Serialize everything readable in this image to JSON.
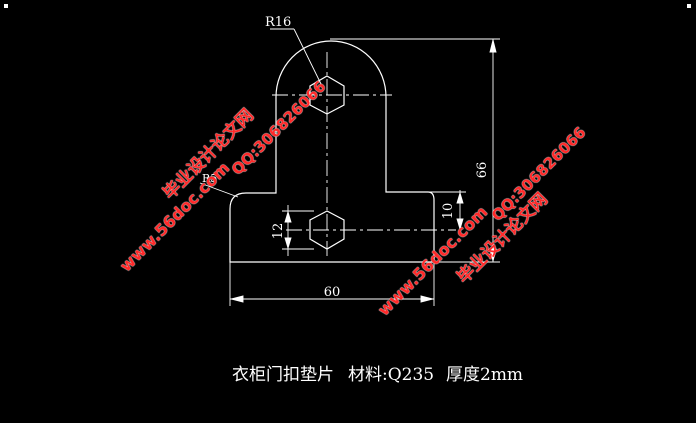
{
  "drawing": {
    "dimensions": {
      "radius_top": "R16",
      "radius_corner": "R5",
      "total_height": "66",
      "base_width": "60",
      "base_height": "10",
      "hole_size": "12"
    }
  },
  "caption": {
    "part_name": "衣柜门扣垫片",
    "material": "材料:Q235",
    "thickness": "厚度2mm"
  },
  "watermarks": {
    "site_name": "毕业设计论文网",
    "qq": "QQ:306826066",
    "url": "www.56doc.com"
  },
  "colors": {
    "background": "#000000",
    "lines": "#ffffff",
    "watermark": "#ff2a2a"
  }
}
